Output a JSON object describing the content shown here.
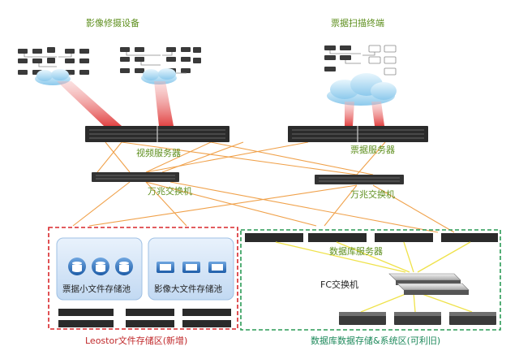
{
  "labels": {
    "video_terminals": "影像修摄设备",
    "ticket_terminals": "票据扫描终端",
    "video_server": "视频服务器",
    "ticket_server": "票据服务器",
    "switch_left": "万兆交换机",
    "switch_right": "万兆交换机",
    "db_server": "数据库服务器",
    "fc_switch": "FC交换机",
    "small_pool": "票据小文件存储池",
    "large_pool": "影像大文件存储池",
    "leostor_zone": "Leostor文件存储区(新增)",
    "db_zone": "数据库数据存储&系统区(可利旧)"
  },
  "colors": {
    "orange_link": "#f0a14a",
    "yellow_link": "#efe24a",
    "red_zone": "#d9262a",
    "green_zone": "#2a9a55",
    "pool_bg": "#d6e7f8",
    "cloud": "#bfe1f5",
    "server": "#2b2b2b"
  }
}
